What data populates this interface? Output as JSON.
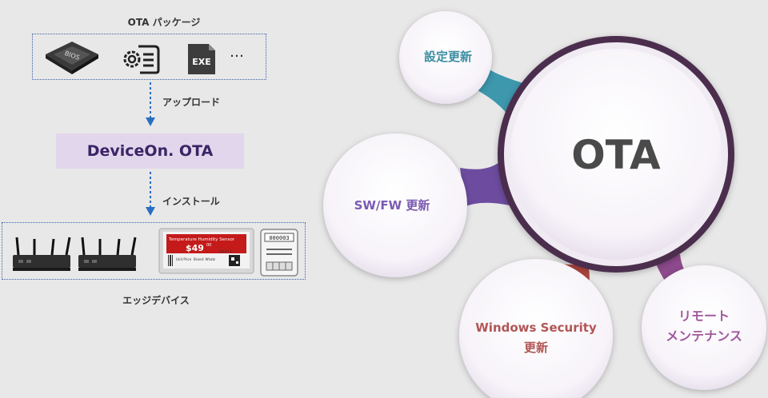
{
  "left_flow": {
    "package_title": "OTA パッケージ",
    "bios_chip_text": "BIOS",
    "exe_text": "EXE",
    "more": "…",
    "upload_label": "アップロード",
    "platform_label": "DeviceOn. OTA",
    "install_label": "インストール",
    "edge_label": "エッジデバイス",
    "tag_header": "Temperature Humidity Sensor",
    "tag_price": "$49",
    "tag_cents": "00",
    "tag_unit": "Unit Price",
    "tag_brand": "Brand: Whatz",
    "tag_class": "Class: 2",
    "meter_digits": "000003"
  },
  "diagram": {
    "center": "OTA",
    "settings": "設定更新",
    "swfw": "SW/FW 更新",
    "windows_line1": "Windows Security",
    "windows_line2": "更新",
    "remote_line1": "リモート",
    "remote_line2": "メンテナンス",
    "colors": {
      "settings": "#3d8ea2",
      "swfw": "#7a5ab0",
      "windows": "#b25555",
      "remote": "#a05a9c",
      "ring": "#4b2e4e"
    }
  }
}
